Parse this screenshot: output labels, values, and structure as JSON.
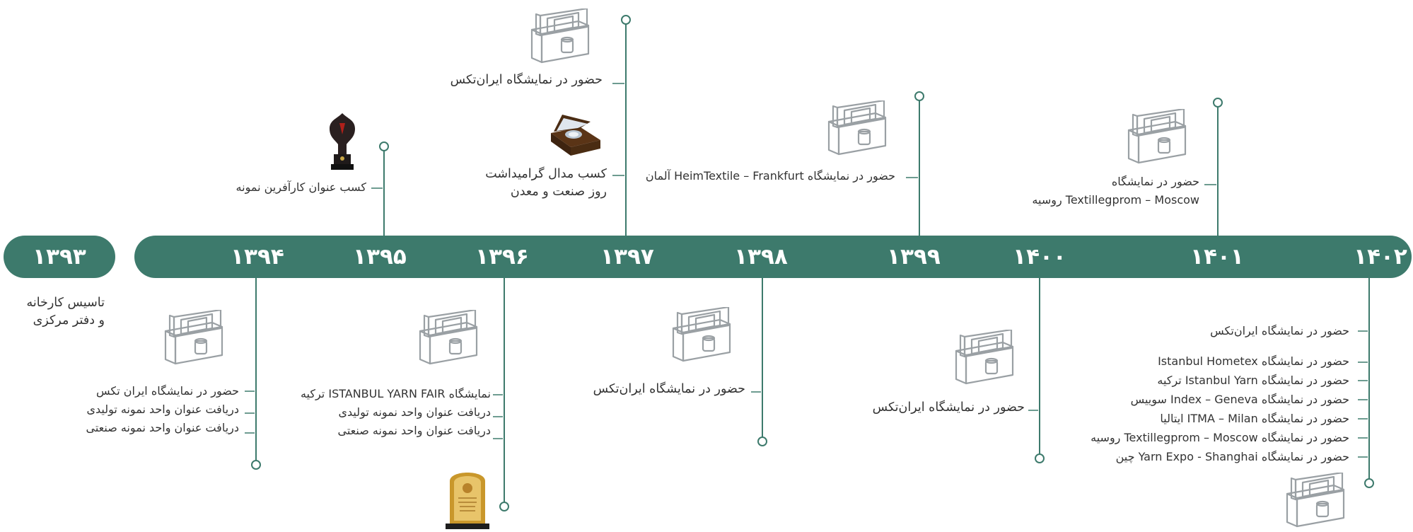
{
  "colors": {
    "brand": "#3d7a6c",
    "text": "#333333",
    "icon": "#9aa0a4"
  },
  "timeline": {
    "founding": {
      "year": "۱۳۹۳",
      "lines": [
        "تاسیس کارخانه",
        "و دفتر مرکزی"
      ]
    },
    "years": [
      "۱۳۹۴",
      "۱۳۹۵",
      "۱۳۹۶",
      "۱۳۹۷",
      "۱۳۹۸",
      "۱۳۹۹",
      "۱۴۰۰",
      "۱۴۰۱",
      "۱۴۰۲"
    ],
    "events": {
      "y1394": [
        "حضور در نمایشگاه ایران تکس",
        "دریافت عنوان واحد نمونه تولیدی",
        "دریافت عنوان واحد نمونه صنعتی"
      ],
      "y1395": [
        "کسب عنوان کارآفرین نمونه"
      ],
      "y1396": [
        "نمایشگاه ISTANBUL YARN FAIR ترکیه",
        "دریافت عنوان واحد نمونه تولیدی",
        "دریافت عنوان واحد نمونه صنعتی"
      ],
      "y1397_top": [
        "حضور در نمایشگاه ایران‌تکس"
      ],
      "y1397_medal": [
        "کسب مدال گرامیداشت",
        "روز صنعت و معدن"
      ],
      "y1398": [
        "حضور در نمایشگاه ایران‌تکس"
      ],
      "y1399": [
        "حضور در نمایشگاه HeimTextile – Frankfurt آلمان"
      ],
      "y1400": [
        "حضور در نمایشگاه ایران‌تکس"
      ],
      "y1401": [
        "حضور در نمایشگاه",
        "Textillegprom – Moscow روسیه"
      ],
      "y1402": [
        "حضور در نمایشگاه ایران‌تکس",
        "حضور در نمایشگاه Istanbul Hometex",
        "حضور در نمایشگاه Istanbul Yarn ترکیه",
        "حضور در نمایشگاه Index – Geneva سوییس",
        "حضور در نمایشگاه ITMA – Milan ایتالیا",
        "حضور در نمایشگاه Textillegprom – Moscow روسیه",
        "حضور در نمایشگاه Yarn Expo - Shanghai چین"
      ]
    },
    "icons": {
      "booth": "exhibition-booth-icon",
      "trophy": "trophy-icon",
      "medal": "medal-box-icon",
      "plaque": "award-plaque-icon"
    }
  }
}
